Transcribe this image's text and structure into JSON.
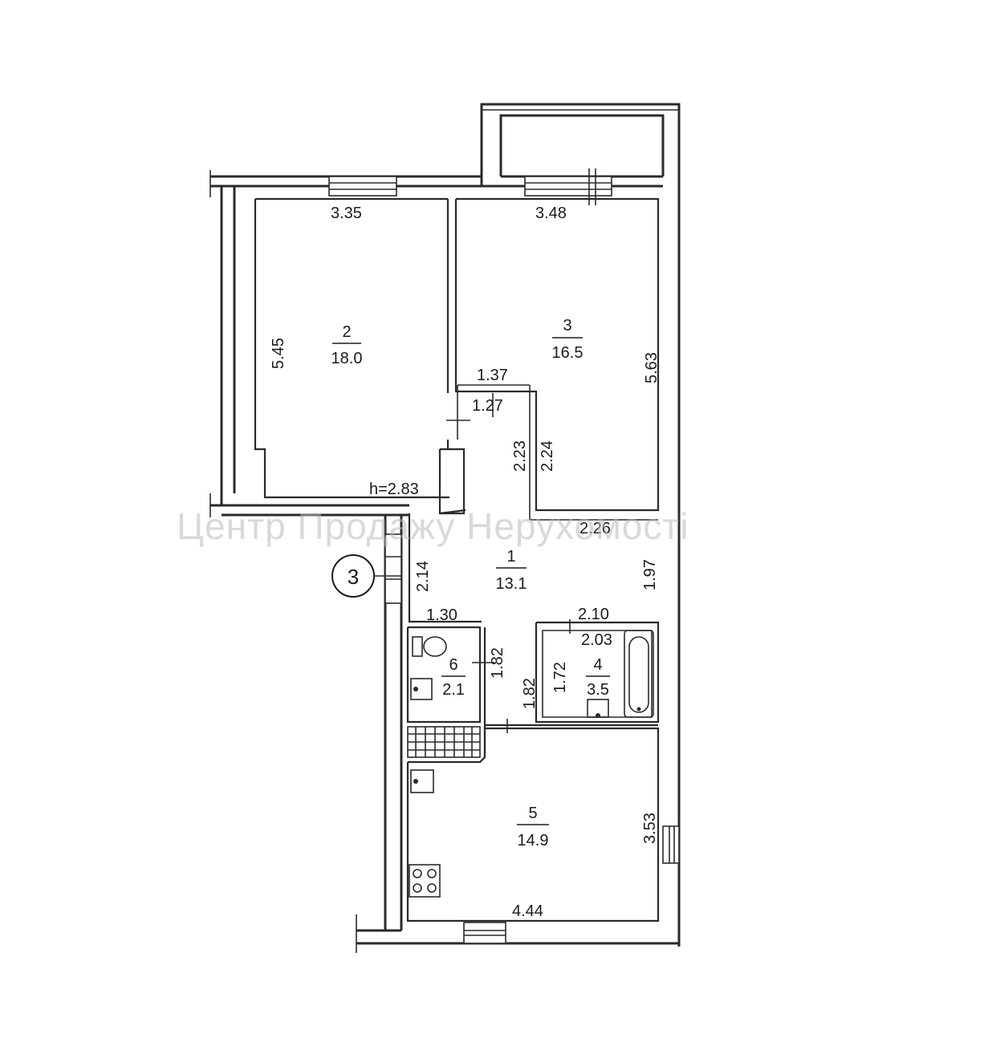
{
  "watermark": "Центр Продажу Нерухомості",
  "axis_marker": "3",
  "ceiling_height": "h=2.83",
  "rooms": [
    {
      "id": "1",
      "area": "13.1"
    },
    {
      "id": "2",
      "area": "18.0"
    },
    {
      "id": "3",
      "area": "16.5"
    },
    {
      "id": "4",
      "area": "3.5"
    },
    {
      "id": "5",
      "area": "14.9"
    },
    {
      "id": "6",
      "area": "2.1"
    }
  ],
  "dimensions": {
    "room2_width": "3.35",
    "room2_length": "5.45",
    "room3_width": "3.48",
    "room3_length": "5.63",
    "niche_top": "1.37",
    "niche_bottom": "1.27",
    "corridor_left": "2.23",
    "corridor_right": "2.24",
    "hall_top": "2.26",
    "hall_right": "1.97",
    "hall_left": "2.14",
    "wc_top": "1.30",
    "wc_right": "1.82",
    "wc_corridor": "1.82",
    "bath_top_outer": "2.10",
    "bath_top_inner": "2.03",
    "bath_left": "1.72",
    "kitchen_right": "3.53",
    "kitchen_bottom": "4.44"
  },
  "icons": [
    "toilet-icon",
    "sink-icon",
    "bathtub-icon",
    "stove-icon",
    "shower-tray-icon"
  ]
}
